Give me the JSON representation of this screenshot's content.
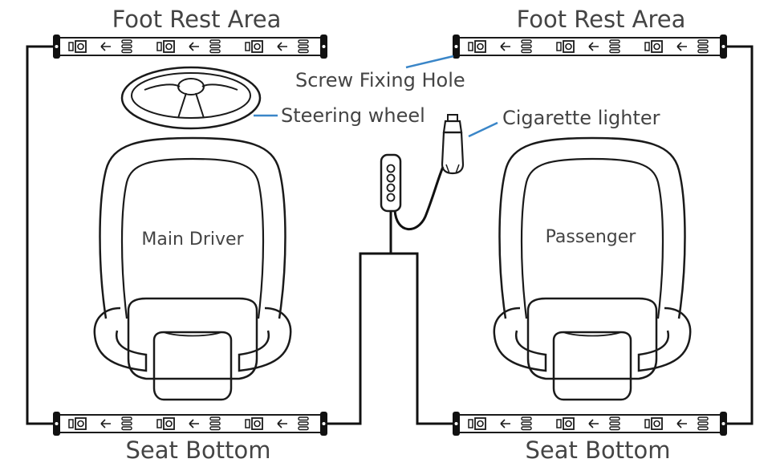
{
  "labels": {
    "foot_rest_left": "Foot Rest Area",
    "foot_rest_right": "Foot Rest Area",
    "seat_bottom_left": "Seat Bottom",
    "seat_bottom_right": "Seat Bottom",
    "screw_fixing_hole": "Screw Fixing Hole",
    "steering_wheel": "Steering wheel",
    "cigarette_lighter": "Cigarette lighter",
    "main_driver": "Main Driver",
    "passenger": "Passenger"
  },
  "colors": {
    "line": "#1a1a1a",
    "pointer": "#3a86c8",
    "text": "#444444"
  },
  "icons": {
    "strip_left_cap": "screw-hole-icon",
    "strip_led": "led-chip-icon",
    "strip_arrow": "arrow-left-icon",
    "strip_pads": "solder-pads-icon",
    "controller_buttons": "button-dot-icon"
  }
}
